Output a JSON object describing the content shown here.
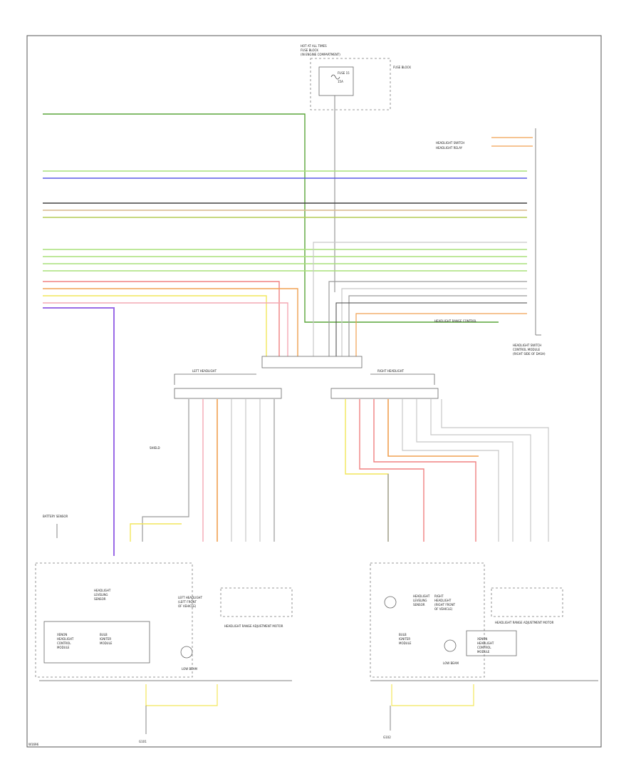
{
  "diagram": {
    "type": "wiring-diagram",
    "footer_label": "W1696",
    "top_box": {
      "title_lines": [
        "HOT AT ALL TIMES",
        "FUSE BLOCK",
        "(IN ENGINE COMPARTMENT)"
      ],
      "fuse_label": "FUSE 15",
      "fuse_value": "15A",
      "side_label": "FUSE BLOCK"
    },
    "main_module_label_lines": [
      "HEADLIGHT SWITCH",
      "CONTROL MODULE",
      "(RIGHT SIDE OF DASH)"
    ],
    "left_splice_title": "LEFT HEADLIGHT",
    "right_splice_title": "RIGHT HEADLIGHT",
    "left_aux_label": "BATTERY SENSOR",
    "left_module_label_lines": [
      "LEFT HEADLIGHT",
      "(LEFT FRONT",
      "OF VEHICLE)"
    ],
    "right_module_label_lines": [
      "RIGHT",
      "HEADLIGHT",
      "(RIGHT FRONT",
      "OF VEHICLE)"
    ],
    "left_range_label": "HEADLIGHT RANGE ADJUSTMENT MOTOR",
    "right_range_label": "HEADLIGHT RANGE ADJUSTMENT MOTOR",
    "left_lamp_label": "LOW BEAM",
    "right_lamp_label": "LOW BEAM",
    "left_ground": "G101",
    "right_ground": "G102",
    "left_xenon_label_lines": [
      "XENON",
      "HEADLIGHT",
      "CONTROL",
      "MODULE"
    ],
    "right_xenon_label_lines": [
      "XENON",
      "HEADLIGHT",
      "CONTROL",
      "MODULE"
    ],
    "left_leveling_label_lines": [
      "HEADLIGHT",
      "LEVELING",
      "SENSOR"
    ],
    "right_leveling_label_lines": [
      "HEADLIGHT",
      "LEVELING",
      "SENSOR"
    ],
    "left_ballast_label_lines": [
      "BULB",
      "IGNITER",
      "MODULE"
    ],
    "right_ballast_label_lines": [
      "BULB",
      "IGNITER",
      "MODULE"
    ],
    "left_shield_label": "SHIELD",
    "top_right_inputs": [
      "HEADLIGHT SWITCH",
      "HEADLIGHT RELAY"
    ],
    "right_side_input": "HEADLIGHT RANGE CONTROL",
    "wire_colors": {
      "green": "#5aa63a",
      "lightgreen": "#a8e07a",
      "blue": "#5a5ae6",
      "gray": "#9a9a9a",
      "brown": "#a0522d",
      "tan": "#d9b98a",
      "yellowgreen": "#b4cc54",
      "salmon": "#f08080",
      "orange": "#f0a050",
      "yellow": "#f2e65a",
      "pink": "#f4a8b4",
      "violet": "#9a6ae6",
      "black": "#444444",
      "lightgray": "#c8c8c8",
      "white": "#dddddd"
    }
  }
}
